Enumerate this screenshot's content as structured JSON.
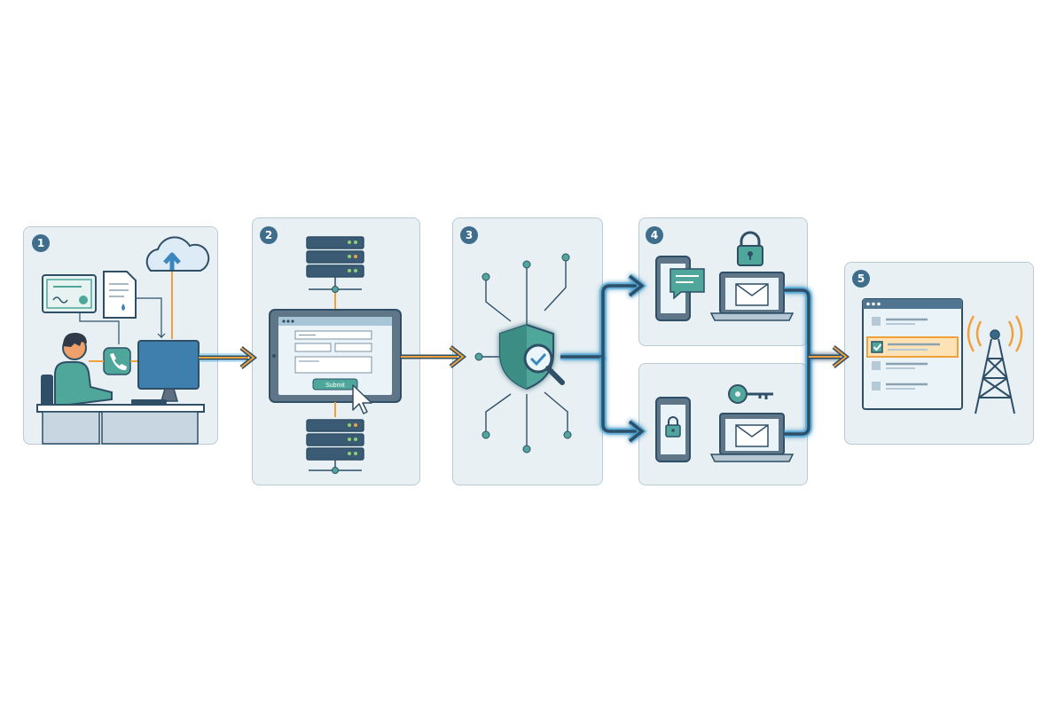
{
  "steps": [
    {
      "number": "1"
    },
    {
      "number": "2"
    },
    {
      "number": "3"
    },
    {
      "number": "4"
    },
    {
      "number": "5"
    }
  ],
  "form": {
    "submit_label": "Submit"
  },
  "colors": {
    "panel_bg": "#e8f0f3",
    "panel_border": "#b9cbd3",
    "badge": "#3f6e8c",
    "outline": "#2f4f67",
    "teal": "#4fa79c",
    "blue_fill": "#8db9d6",
    "orange_arrow": "#f0a13c",
    "glow_blue": "#38a9e6"
  },
  "icons": [
    "person-at-desk",
    "certificate-icon",
    "document-icon",
    "cloud-upload-icon",
    "phone-icon",
    "monitor-icon",
    "server-icon",
    "tablet-form-icon",
    "cursor-icon",
    "shield-check-icon",
    "magnifier-icon",
    "circuit-nodes",
    "smartphone-chat-icon",
    "padlock-icon",
    "laptop-mail-icon",
    "smartphone-lock-icon",
    "key-icon",
    "browser-list-icon",
    "checkbox-icon",
    "signal-tower-icon"
  ]
}
